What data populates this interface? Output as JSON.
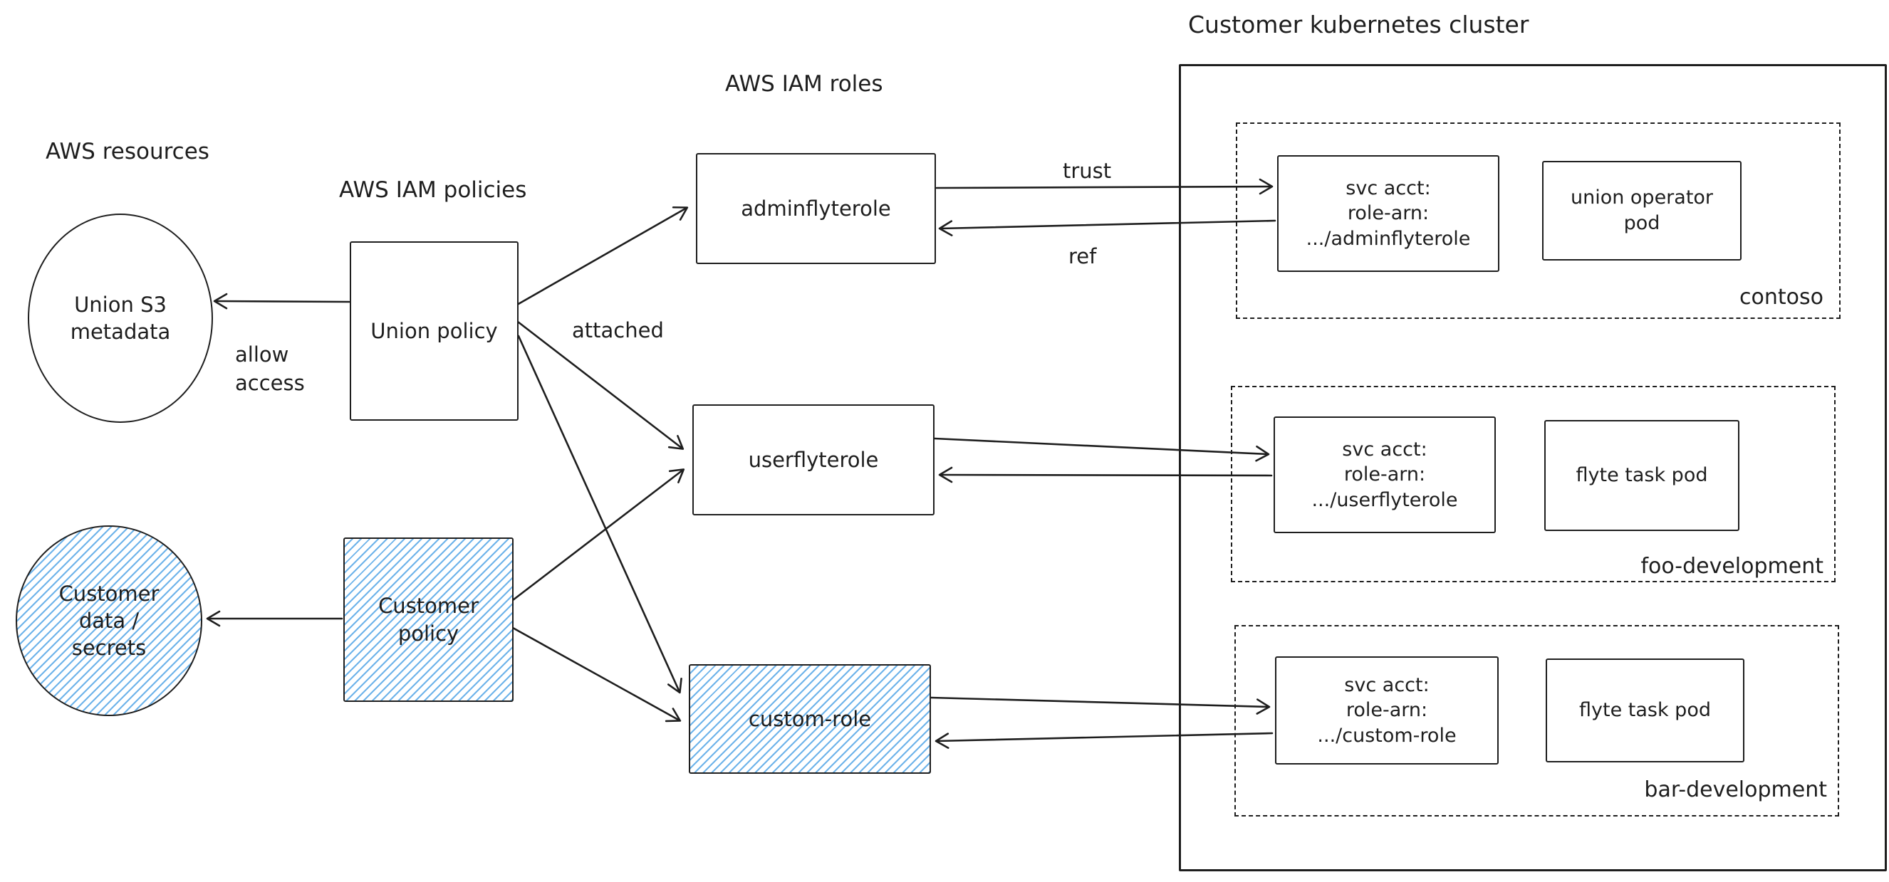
{
  "cluster": {
    "title": "Customer kubernetes cluster",
    "namespaces": [
      {
        "name": "contoso",
        "svc_acct": "svc acct:\nrole-arn:\n.../adminflyterole",
        "pod": "union operator\npod"
      },
      {
        "name": "foo-development",
        "svc_acct": "svc acct:\nrole-arn:\n.../userflyterole",
        "pod": "flyte task pod"
      },
      {
        "name": "bar-development",
        "svc_acct": "svc acct:\nrole-arn:\n.../custom-role",
        "pod": "flyte task pod"
      }
    ]
  },
  "labels": {
    "aws_resources": "AWS resources",
    "aws_iam_policies": "AWS IAM policies",
    "aws_iam_roles": "AWS IAM roles"
  },
  "nodes": {
    "union_s3": "Union S3\nmetadata",
    "customer_data": "Customer\ndata /\nsecrets",
    "union_policy": "Union policy",
    "customer_policy": "Customer\npolicy",
    "admin_role": "adminflyterole",
    "user_role": "userflyterole",
    "custom_role": "custom-role"
  },
  "edge_labels": {
    "allow_access": "allow\naccess",
    "attached": "attached",
    "trust": "trust",
    "ref": "ref"
  },
  "edges": [
    {
      "from": "Union policy",
      "to": "Union S3 metadata",
      "label": "allow access"
    },
    {
      "from": "Union policy",
      "to": "adminflyterole",
      "label": "attached"
    },
    {
      "from": "Union policy",
      "to": "userflyterole",
      "label": ""
    },
    {
      "from": "Union policy",
      "to": "custom-role",
      "label": ""
    },
    {
      "from": "Customer policy",
      "to": "Customer data / secrets",
      "label": ""
    },
    {
      "from": "Customer policy",
      "to": "userflyterole",
      "label": ""
    },
    {
      "from": "Customer policy",
      "to": "custom-role",
      "label": ""
    },
    {
      "from": "adminflyterole",
      "to": "svc acct .../adminflyterole",
      "label": "trust"
    },
    {
      "from": "svc acct .../adminflyterole",
      "to": "adminflyterole",
      "label": "ref"
    },
    {
      "from": "userflyterole",
      "to": "svc acct .../userflyterole",
      "label": ""
    },
    {
      "from": "svc acct .../userflyterole",
      "to": "userflyterole",
      "label": ""
    },
    {
      "from": "custom-role",
      "to": "svc acct .../custom-role",
      "label": ""
    },
    {
      "from": "svc acct .../custom-role",
      "to": "custom-role",
      "label": ""
    }
  ],
  "colors": {
    "stroke": "#1e1e1e",
    "hatch_blue": "#4dabf7"
  }
}
